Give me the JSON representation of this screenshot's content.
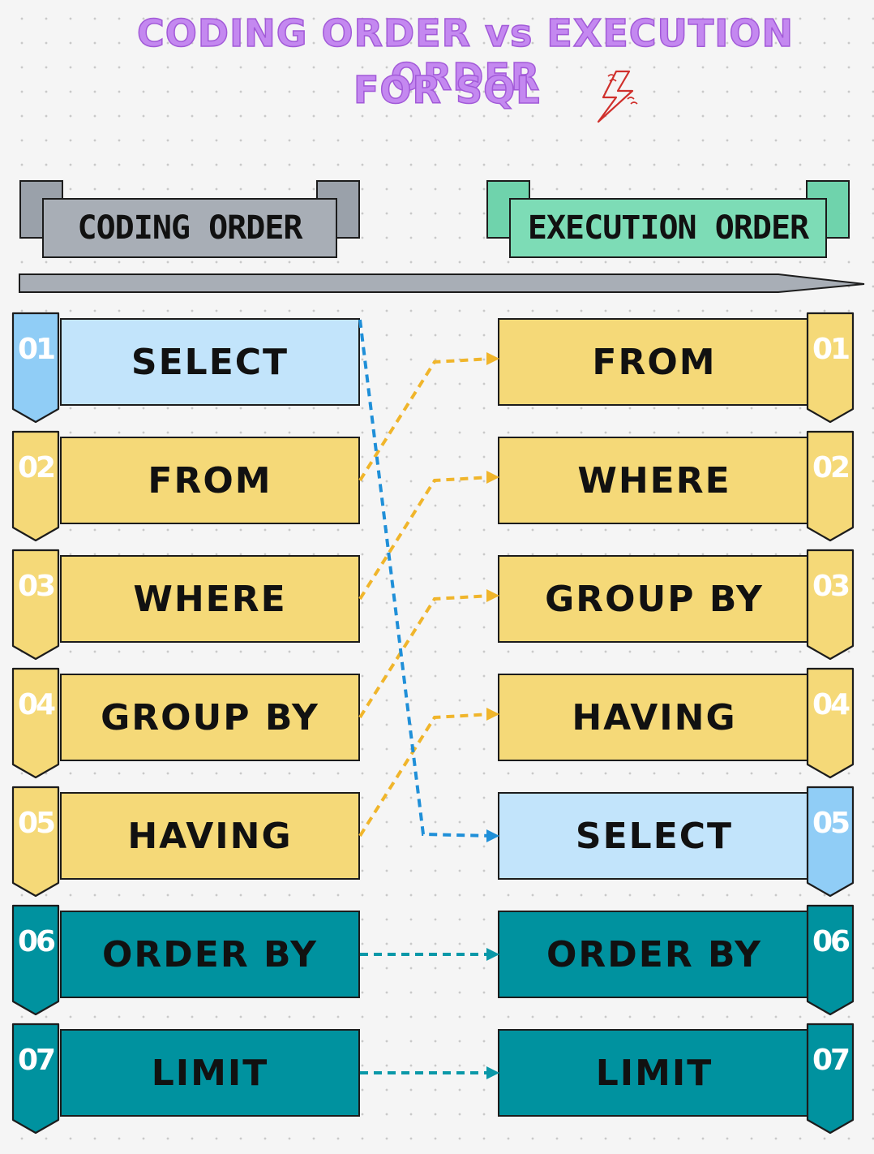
{
  "title": {
    "line1": "CODING ORDER vs EXECUTION ORDER",
    "line2": "FOR SQL"
  },
  "headers": {
    "coding": "CODING ORDER",
    "execution": "EXECUTION ORDER"
  },
  "colors": {
    "select": "#c2e4fb",
    "select_badge": "#90cdf6",
    "yellow": "#f5d978",
    "yellow_badge": "#f5d978",
    "teal": "#00929f",
    "teal_badge": "#00929f",
    "connector_yellow": "#f0b52b",
    "connector_blue": "#1f8fd8",
    "connector_teal": "#0a98a8"
  },
  "coding_order": [
    {
      "num": "01",
      "label": "SELECT",
      "color": "select"
    },
    {
      "num": "02",
      "label": "FROM",
      "color": "yellow"
    },
    {
      "num": "03",
      "label": "WHERE",
      "color": "yellow"
    },
    {
      "num": "04",
      "label": "GROUP BY",
      "color": "yellow"
    },
    {
      "num": "05",
      "label": "HAVING",
      "color": "yellow"
    },
    {
      "num": "06",
      "label": "ORDER BY",
      "color": "teal"
    },
    {
      "num": "07",
      "label": "LIMIT",
      "color": "teal"
    }
  ],
  "execution_order": [
    {
      "num": "01",
      "label": "FROM",
      "color": "yellow"
    },
    {
      "num": "02",
      "label": "WHERE",
      "color": "yellow"
    },
    {
      "num": "03",
      "label": "GROUP BY",
      "color": "yellow"
    },
    {
      "num": "04",
      "label": "HAVING",
      "color": "yellow"
    },
    {
      "num": "05",
      "label": "SELECT",
      "color": "select"
    },
    {
      "num": "06",
      "label": "ORDER BY",
      "color": "teal"
    },
    {
      "num": "07",
      "label": "LIMIT",
      "color": "teal"
    }
  ],
  "connections": [
    {
      "from": 1,
      "to": 0,
      "style": "connector_yellow"
    },
    {
      "from": 2,
      "to": 1,
      "style": "connector_yellow"
    },
    {
      "from": 3,
      "to": 2,
      "style": "connector_yellow"
    },
    {
      "from": 4,
      "to": 3,
      "style": "connector_yellow"
    },
    {
      "from": 0,
      "to": 4,
      "style": "connector_blue"
    },
    {
      "from": 5,
      "to": 5,
      "style": "connector_teal"
    },
    {
      "from": 6,
      "to": 6,
      "style": "connector_teal"
    }
  ],
  "icons": [
    "lightning-bolt-icon",
    "arrow-right-icon"
  ]
}
